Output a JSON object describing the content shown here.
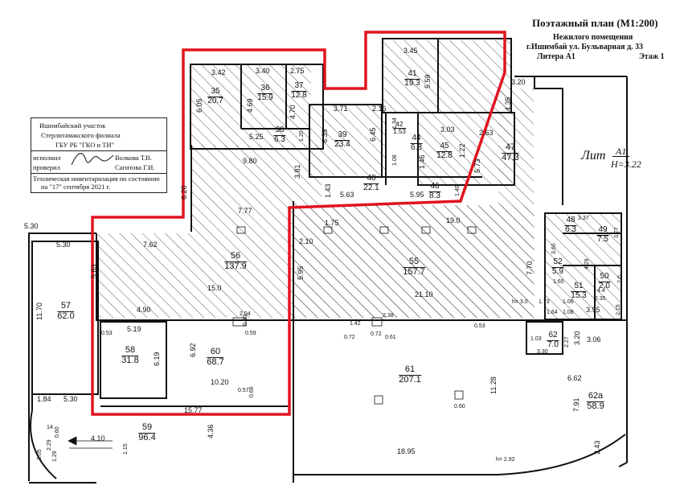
{
  "header": {
    "title": "Поэтажный план (M1:200)",
    "subtitle": "Нежилого помещения",
    "address": "г.Ишимбай  ул. Бульварная  д. 33",
    "litera": "Литера А1",
    "floor": "Этаж 1"
  },
  "stamp": {
    "line1": "Ишимбайский участок",
    "line2": "Стерлитамакского филиала",
    "line3": "ГБУ РБ \"ГКО и ТИ\"",
    "executed_label": "исполнил",
    "executed_name": "Волкова Т.В.",
    "checked_label": "проверил",
    "checked_name": "Сагитова Г.И.",
    "note1": "Техническая инвентаризация по состоянию",
    "note2": "на \"17\" сентября 2021 г."
  },
  "lit_label": {
    "prefix": "Лит",
    "litera": "А1",
    "height": "Н=3.22"
  },
  "colors": {
    "walls": "#111111",
    "hatch": "#333333",
    "highlight": "#e0141e"
  },
  "rooms": [
    {
      "num": "35",
      "area": "20.7"
    },
    {
      "num": "36",
      "area": "15.9"
    },
    {
      "num": "37",
      "area": "12.8"
    },
    {
      "num": "38",
      "area": "6.3"
    },
    {
      "num": "39",
      "area": "23.4"
    },
    {
      "num": "40",
      "area": "22.1"
    },
    {
      "num": "41",
      "area": "19.3"
    },
    {
      "num": "42",
      "area": "1.53"
    },
    {
      "num": "44",
      "area": "6.8"
    },
    {
      "num": "45",
      "area": "12.8"
    },
    {
      "num": "46",
      "area": "8.3"
    },
    {
      "num": "47",
      "area": "47.3"
    },
    {
      "num": "48",
      "area": "6.3"
    },
    {
      "num": "49",
      "area": "7.5"
    },
    {
      "num": "50",
      "area": "2.0"
    },
    {
      "num": "51",
      "area": "15.3"
    },
    {
      "num": "52",
      "area": "5.9"
    },
    {
      "num": "55",
      "area": "157.7"
    },
    {
      "num": "56",
      "area": "137.9"
    },
    {
      "num": "57",
      "area": "62.0"
    },
    {
      "num": "58",
      "area": "31.8"
    },
    {
      "num": "59",
      "area": "96.4"
    },
    {
      "num": "60",
      "area": "68.7"
    },
    {
      "num": "61",
      "area": "207.1"
    },
    {
      "num": "62",
      "area": "7.0"
    },
    {
      "num": "62а",
      "area": "58.9"
    }
  ],
  "dims": [
    "3.42",
    "3.40",
    "2.75",
    "6.05",
    "4.69",
    "4.70",
    "5.25",
    "1.20",
    "3.71",
    "2.16",
    "6.39",
    "6.45",
    "3.45",
    "5.59",
    "3.20",
    "4.35",
    "3.03",
    "2.63",
    "1.22",
    "5.73",
    "1.46",
    "9.80",
    "3.81",
    "6.20",
    "1.43",
    "5.63",
    "5.95",
    "1.40",
    "7.77",
    "19.0",
    "1.75",
    "2.10",
    "5.30",
    "5.30",
    "7.62",
    "5.83",
    "15.0",
    "4.90",
    "5.95",
    "21.10",
    "7.70",
    "h= 3.0",
    "3.37",
    "3.77",
    "3.60",
    "4.29",
    "1.65",
    "4.4",
    "2.35",
    "2.0",
    "2.15",
    "3.95",
    "11.70",
    "5.19",
    "6.92",
    "10.20",
    "6.19",
    "3.20",
    "3.06",
    "3.30",
    "11.28",
    "6.62",
    "7.91",
    "1.84",
    "5.30",
    "15.77",
    "4.36",
    "4.10",
    "1.15",
    "18.95",
    "h= 2.92",
    "2.43",
    "2.29",
    "3.05",
    "1.29",
    "0.60",
    "14",
    "0.72",
    "0.61",
    "0.57",
    "0.66",
    "0.59",
    "0.53",
    "1.42",
    "2.04",
    "2.38",
    "0.60",
    "0.80",
    "1.03",
    "0.53",
    "2.27",
    "1.73",
    "1.64",
    "1.06",
    "1.08",
    "1.34",
    "1.08",
    "0.72"
  ]
}
